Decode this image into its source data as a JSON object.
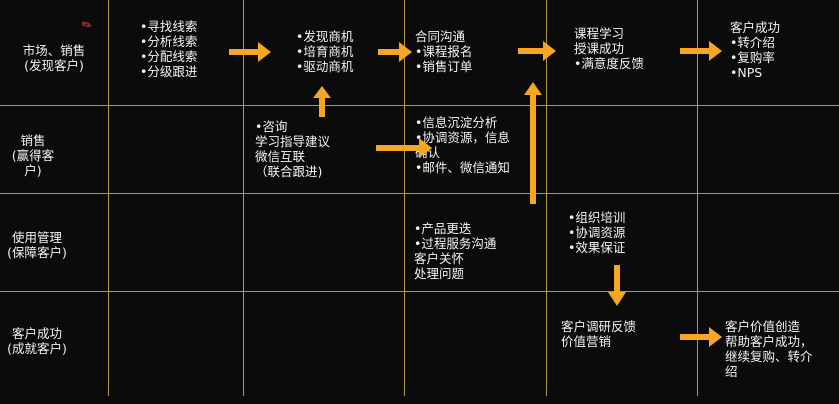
{
  "colors": {
    "arrow": "#f6a623",
    "grid": "#b49a3a",
    "background": "#0b0b0b",
    "text": "#f2f2f2"
  },
  "row_labels": [
    "市场、销售\n(发现客户)",
    "销售\n(赢得客户)",
    "使用管理\n(保障客户)",
    "客户成功\n(成就客户)"
  ],
  "cells": {
    "r1c1": "•寻找线索\n•分析线索\n•分配线索\n•分级跟进",
    "r1c2": "•发现商机\n•培育商机\n•驱动商机",
    "r1c3": "合同沟通\n•课程报名\n•销售订单",
    "r1c4": "课程学习\n授课成功\n•满意度反馈",
    "r1c5": "客户成功\n•转介绍\n•复购率\n•NPS",
    "r2c2": "•咨询\n学习指导建议\n微信互联\n（联合跟进)",
    "r2c3": "•信息沉淀分析\n•协调资源，信息\n确认\n•邮件、微信通知",
    "r3c3": "•产品更迭\n•过程服务沟通\n客户关怀\n处理问题",
    "r3c4": "•组织培训\n•协调资源\n•效果保证",
    "r4c4": "客户调研反馈\n价值营销",
    "r4c5": "客户价值创造\n帮助客户成功，\n继续复购、转介\n绍"
  },
  "icons": {
    "corner": "pencil-icon"
  }
}
